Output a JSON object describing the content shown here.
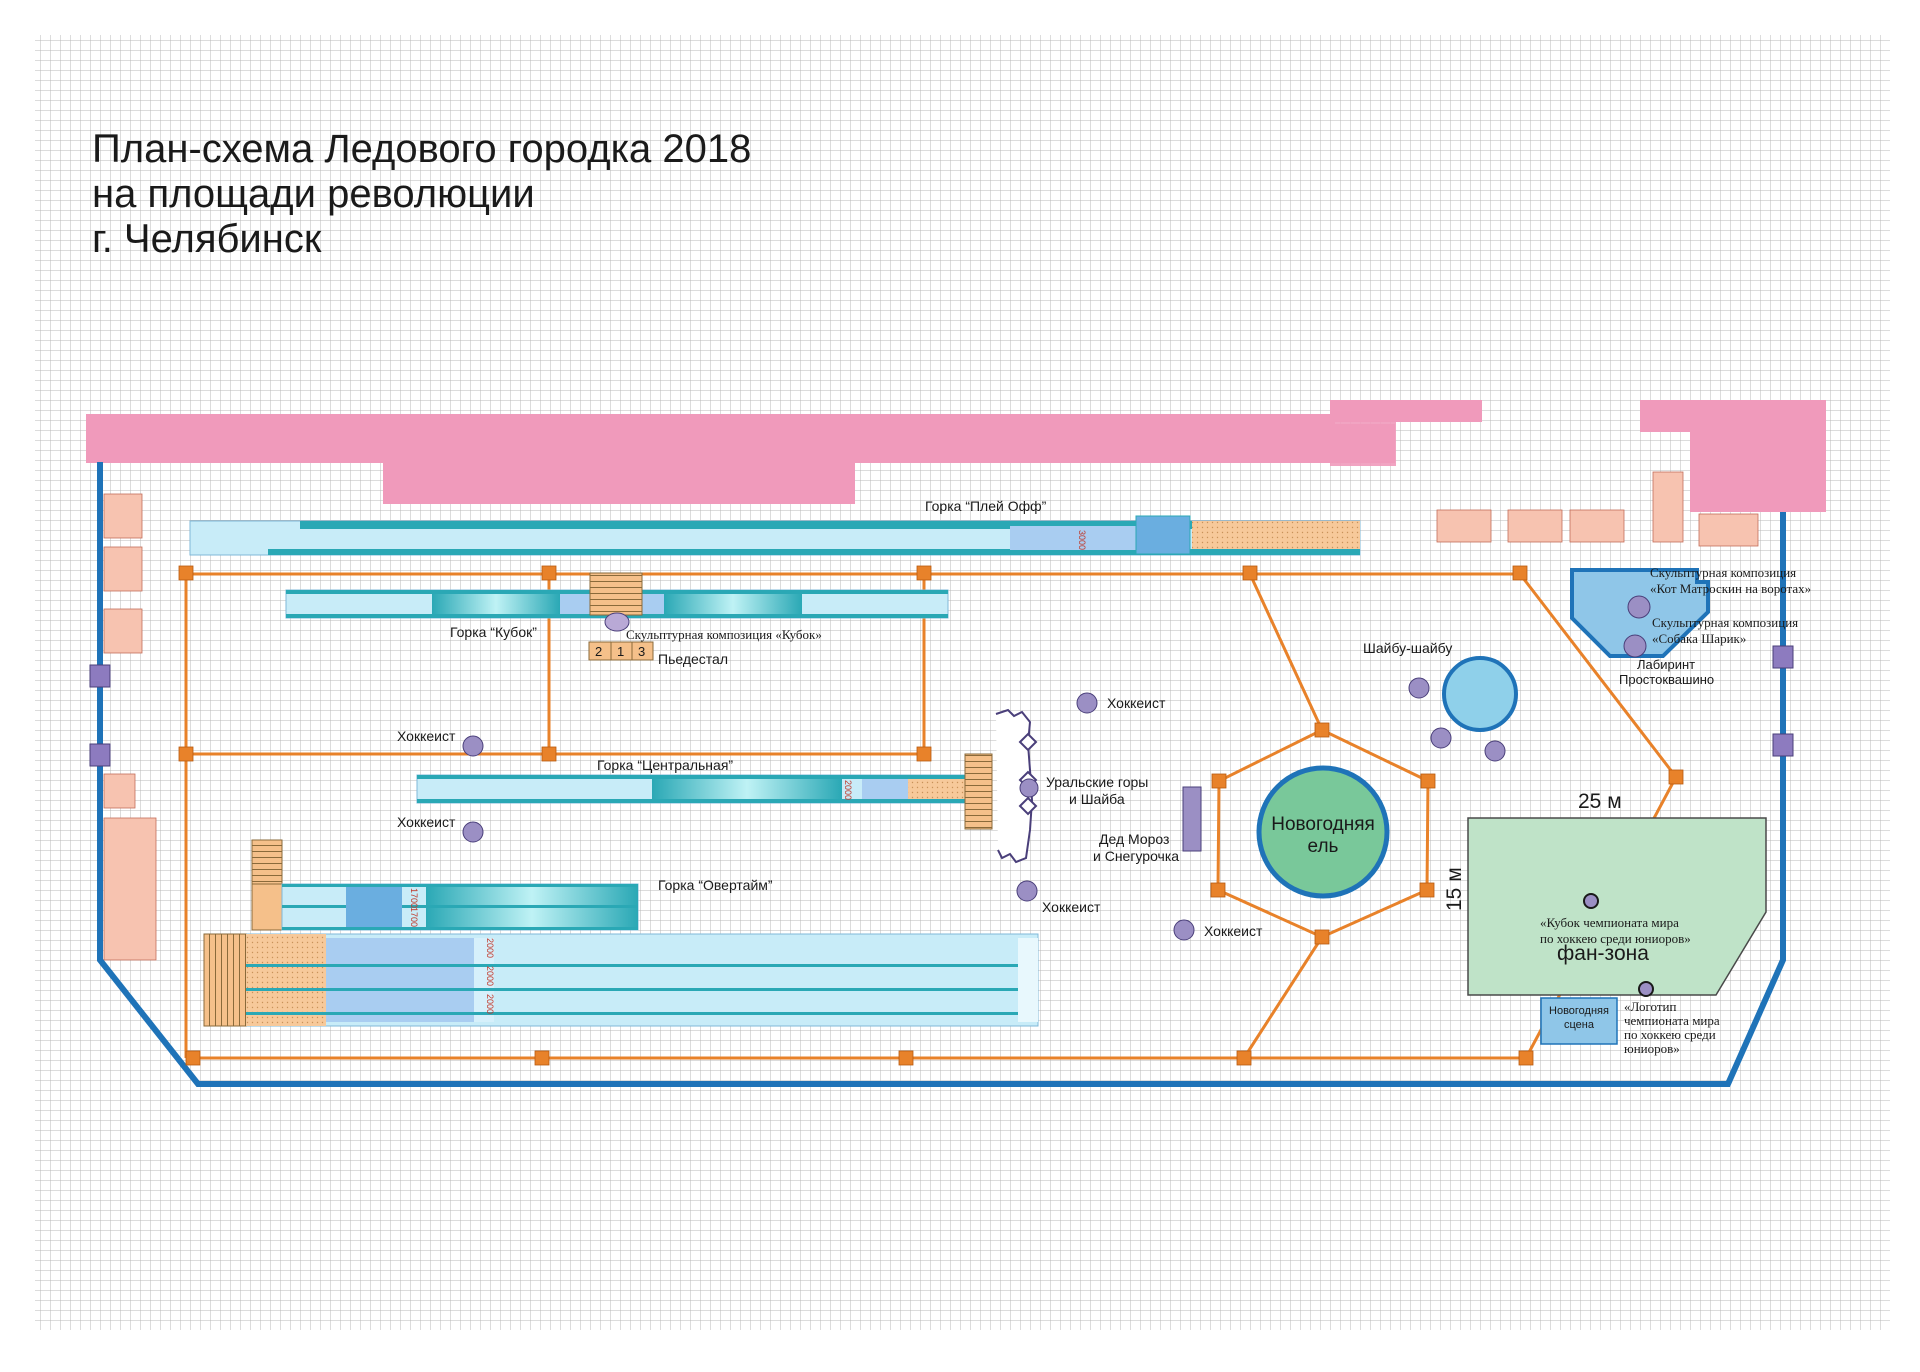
{
  "title": {
    "line1": "План-схема Ледового городка 2018",
    "line2": "на площади революции",
    "line3": "г. Челябинск"
  },
  "colors": {
    "grid": "#b9b9b9",
    "building": "#f09abb",
    "kiosk": "#f7c3b0",
    "fence": "#1f73b8",
    "path": "#e8822a",
    "ice": "#c8ecf8",
    "ice_dark": "#2aa8b5",
    "sculpture": "#9b8fc4",
    "tree": "#79c89a",
    "fanzone": "#bfe3c8"
  },
  "slides": {
    "play_off": "Горка “Плей Офф”",
    "cup": "Горка “Кубок”",
    "central": "Горка “Центральная”",
    "overtime": "Горка “Овертайм”"
  },
  "dims": {
    "play_off": "3000",
    "central": "2000",
    "overtime_a": "1700",
    "overtime_b": "1700",
    "bottom_a": "2000",
    "bottom_b": "2000",
    "bottom_c": "2000"
  },
  "labels": {
    "cup_sculpture": "Скульптурная композиция «Кубок»",
    "pedestal": "Пьедестал",
    "pedestal_places": [
      "2",
      "1",
      "3"
    ],
    "hockey_player": "Хоккеист",
    "ural_line1": "Уральские горы",
    "ural_line2": "и Шайба",
    "ded_moroz_line1": "Дед Мороз",
    "ded_moroz_line2": "и Снегурочка",
    "tree_line1": "Новогодняя",
    "tree_line2": "ель",
    "puck_game": "Шайбу-шайбу",
    "matroskin_line1": "Скульптурная композиция",
    "matroskin_line2": "«Кот Матроскин на воротах»",
    "sharik_line1": "Скульптурная композиция",
    "sharik_line2": "«Собака Шарик»",
    "maze_line1": "Лабиринт",
    "maze_line2": "Простоквашино",
    "fan_width": "25 м",
    "fan_depth": "15 м",
    "fan_zone": "фан-зона",
    "cup_wc_line1": "«Кубок чемпионата мира",
    "cup_wc_line2": "по хоккею среди юниоров»",
    "stage_line1": "Новогодняя",
    "stage_line2": "сцена",
    "logo_line1": "«Логотип",
    "logo_line2": "чемпионата мира",
    "logo_line3": "по хоккею среди",
    "logo_line4": "юниоров»"
  }
}
